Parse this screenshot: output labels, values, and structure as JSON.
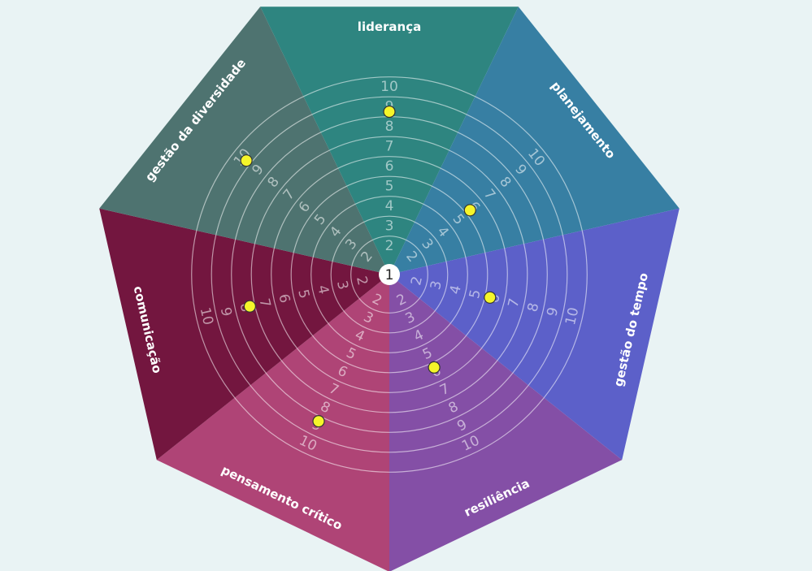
{
  "chart_data": {
    "type": "radial-wheel",
    "scale_min": 1,
    "scale_max": 10,
    "center_label": "1",
    "ticks": [
      2,
      3,
      4,
      5,
      6,
      7,
      8,
      9,
      10
    ],
    "sectors": [
      {
        "label": "liderança",
        "value": 9,
        "color": "#2e8580"
      },
      {
        "label": "planejamento",
        "value": 6,
        "color": "#377fa3"
      },
      {
        "label": "gestão do tempo",
        "value": 6,
        "color": "#5c60c9"
      },
      {
        "label": "resiliência",
        "value": 6,
        "color": "#844fa6"
      },
      {
        "label": "pensamento crítico",
        "value": 9,
        "color": "#af4476"
      },
      {
        "label": "comunicação",
        "value": 8,
        "color": "#73163f"
      },
      {
        "label": "gestão da diversidade",
        "value": 10,
        "color": "#4e7370"
      }
    ],
    "marker_color": "#f5f52a"
  }
}
